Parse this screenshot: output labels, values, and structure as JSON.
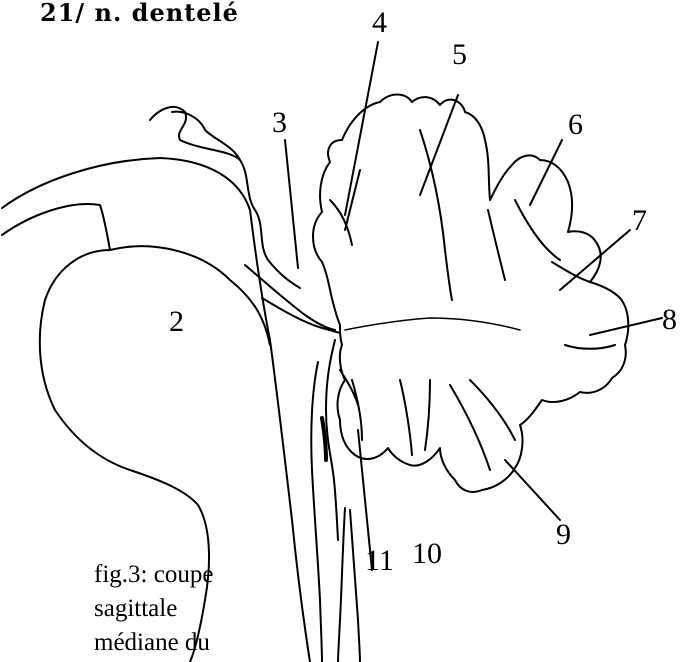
{
  "header_text": "21/ n. dentelé",
  "labels": {
    "l2": "2",
    "l3": "3",
    "l4": "4",
    "l5": "5",
    "l6": "6",
    "l7": "7",
    "l8": "8",
    "l9": "9",
    "l10": "10",
    "l11": "11"
  },
  "caption": {
    "line1": "fig.3: coupe",
    "line2": "sagittale",
    "line3": "médiane du"
  }
}
